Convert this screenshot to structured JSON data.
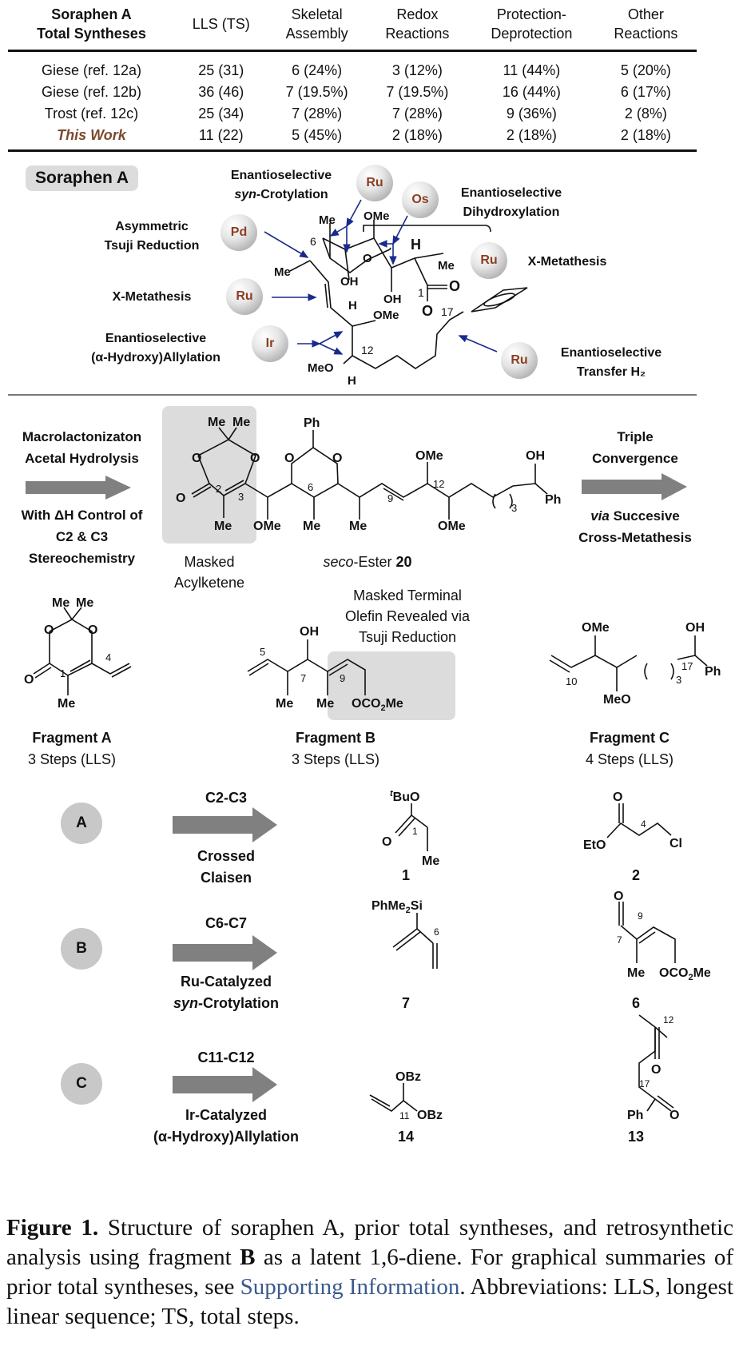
{
  "table": {
    "headers": [
      [
        "Soraphen A",
        "Total Syntheses"
      ],
      [
        "LLS (TS)"
      ],
      [
        "Skeletal",
        "Assembly"
      ],
      [
        "Redox",
        "Reactions"
      ],
      [
        "Protection-",
        "Deprotection"
      ],
      [
        "Other",
        "Reactions"
      ]
    ],
    "rows": [
      {
        "name": "Giese (ref. 12a)",
        "lls": "25 (31)",
        "skeletal": "6 (24%)",
        "redox": "3 (12%)",
        "protection": "11 (44%)",
        "other": "5 (20%)"
      },
      {
        "name": "Giese (ref. 12b)",
        "lls": "36 (46)",
        "skeletal": "7 (19.5%)",
        "redox": "7 (19.5%)",
        "protection": "16 (44%)",
        "other": "6 (17%)"
      },
      {
        "name": "Trost (ref. 12c)",
        "lls": "25 (34)",
        "skeletal": "7 (28%)",
        "redox": "7 (28%)",
        "protection": "9 (36%)",
        "other": "2 (8%)"
      },
      {
        "name": "This Work",
        "lls": "11 (22)",
        "skeletal": "5 (45%)",
        "redox": "2 (18%)",
        "protection": "2 (18%)",
        "other": "2 (18%)"
      }
    ]
  },
  "soraphen": {
    "title": "Soraphen A",
    "steps": {
      "crotylation": {
        "line1": "Enantioselective",
        "line2_italic": "syn",
        "line2_rest": "-Crotylation",
        "catalyst": "Ru"
      },
      "dihydroxylation": {
        "line1": "Enantioselective",
        "line2": "Dihydroxylation",
        "catalyst": "Os"
      },
      "tsuji": {
        "line1": "Asymmetric",
        "line2": "Tsuji Reduction",
        "catalyst": "Pd"
      },
      "xmeta_right": {
        "label": "X-Metathesis",
        "catalyst": "Ru"
      },
      "xmeta_left": {
        "label": "X-Metathesis",
        "catalyst": "Ru"
      },
      "allylation": {
        "line1": "Enantioselective",
        "line2": "(α-Hydroxy)Allylation",
        "catalyst": "Ir"
      },
      "transfer": {
        "line1": "Enantioselective",
        "line2": "Transfer H₂",
        "catalyst": "Ru"
      }
    },
    "atoms": {
      "me1": "Me",
      "ome1": "OMe",
      "h1": "H",
      "me2": "Me",
      "o_ring": "O",
      "me3": "Me",
      "oh1": "OH",
      "oh2": "OH",
      "o_carbonyl": "O",
      "o_ester": "O",
      "h2": "H",
      "ome2": "OMe",
      "meo": "MeO",
      "h3": "H",
      "n6": "6",
      "n1": "1",
      "n17": "17",
      "n12": "12"
    }
  },
  "seco": {
    "left_arrow": {
      "top": [
        "Macrolactonizaton",
        "Acetal Hydrolysis"
      ],
      "bottom": [
        "With ΔH Control of",
        "C2 & C3",
        "Stereochemistry"
      ]
    },
    "right_arrow": {
      "top": [
        "Triple",
        "Convergence"
      ],
      "bottom_italic": "via",
      "bottom_rest": " Succesive",
      "bottom2": "Cross-Metathesis"
    },
    "masked_label": [
      "Masked",
      "Acylketene"
    ],
    "name_italic": "seco",
    "name_rest": "-Ester ",
    "name_bold": "20",
    "atoms": {
      "me_a": "Me",
      "me_b": "Me",
      "o1": "O",
      "o2": "O",
      "o_keto": "O",
      "me_c": "Me",
      "ph": "Ph",
      "o3": "O",
      "o4": "O",
      "ome_a": "OMe",
      "me_d": "Me",
      "me_e": "Me",
      "ome_b": "OMe",
      "ome_c": "OMe",
      "oh": "OH",
      "ph2": "Ph",
      "n2": "2",
      "n3": "3",
      "n6": "6",
      "n9": "9",
      "n12": "12",
      "sub3": "3"
    }
  },
  "fragments": {
    "masked_terminal": [
      "Masked Terminal",
      "Olefin Revealed via",
      "Tsuji Reduction"
    ],
    "A": {
      "name": "Fragment A",
      "steps": "3 Steps (LLS)"
    },
    "B": {
      "name": "Fragment B",
      "steps": "3 Steps (LLS)"
    },
    "C": {
      "name": "Fragment C",
      "steps": "4 Steps (LLS)"
    }
  },
  "disconnections": [
    {
      "badge": "A",
      "bond": "C2-C3",
      "reaction": [
        "Crossed",
        "Claisen"
      ],
      "cmpd1": "1",
      "cmpd2": "2"
    },
    {
      "badge": "B",
      "bond": "C6-C7",
      "reaction_italic": "syn",
      "reaction": [
        "Ru-Catalyzed",
        "-Crotylation"
      ],
      "cmpd1": "7",
      "cmpd2": "6"
    },
    {
      "badge": "C",
      "bond": "C11-C12",
      "reaction": [
        "Ir-Catalyzed",
        "(α-Hydroxy)Allylation"
      ],
      "cmpd1": "14",
      "cmpd2": "13"
    }
  ],
  "caption": {
    "label": "Figure 1.",
    "text1": " Structure of soraphen A, prior total syntheses, and retrosynthetic analysis using fragment ",
    "bold_b": "B",
    "text2": " as a latent 1,6-diene. For graphical summaries of prior total syntheses, see ",
    "link": "Supporting Information",
    "text3": ". Abbreviations: LLS, longest linear sequence; TS, total steps."
  },
  "colors": {
    "arrow_blue": "#1a2a8c",
    "catalyst_text": "#8a3e22",
    "this_work": "#7a4a2e",
    "link": "#3a5a8c",
    "highlight_box": "#dcdcdc",
    "big_arrow": "#808080"
  }
}
